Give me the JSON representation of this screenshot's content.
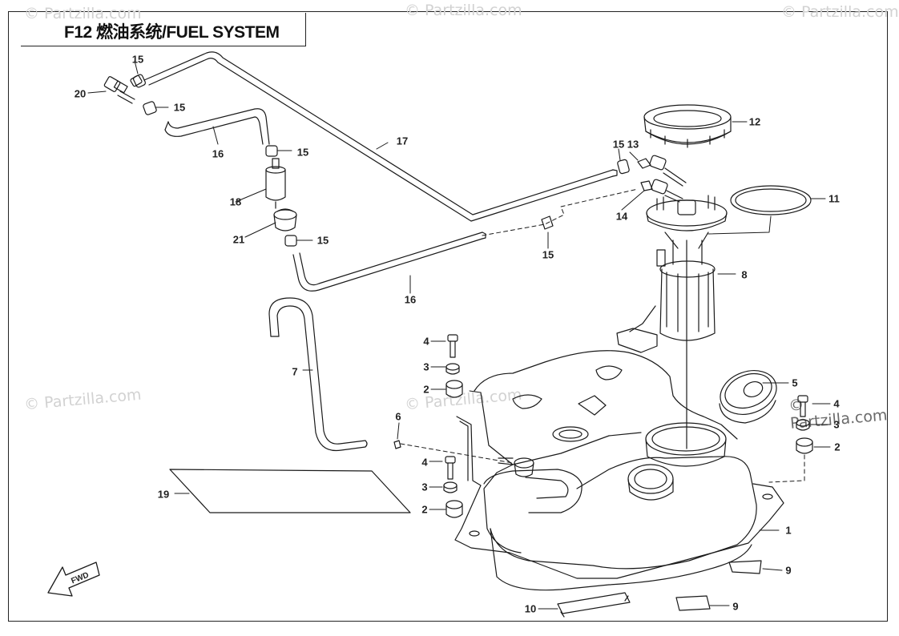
{
  "title": "F12 燃油系统/FUEL SYSTEM",
  "watermark": "© Partzilla.com",
  "fwd_label": "FWD",
  "callouts": {
    "c1": "1",
    "c2a": "2",
    "c2b": "2",
    "c2c": "2",
    "c3a": "3",
    "c3b": "3",
    "c3c": "3",
    "c4a": "4",
    "c4b": "4",
    "c4c": "4",
    "c5": "5",
    "c6": "6",
    "c7": "7",
    "c8": "8",
    "c9a": "9",
    "c9b": "9",
    "c10": "10",
    "c11": "11",
    "c12": "12",
    "c13": "13",
    "c14": "14",
    "c15a": "15",
    "c15b": "15",
    "c15c": "15",
    "c15d": "15",
    "c15e": "15",
    "c15f": "15",
    "c16a": "16",
    "c16b": "16",
    "c17": "17",
    "c18": "18",
    "c19": "19",
    "c20": "20",
    "c21": "21"
  },
  "colors": {
    "line": "#1a1a1a",
    "watermark": "#d2d2d2"
  }
}
